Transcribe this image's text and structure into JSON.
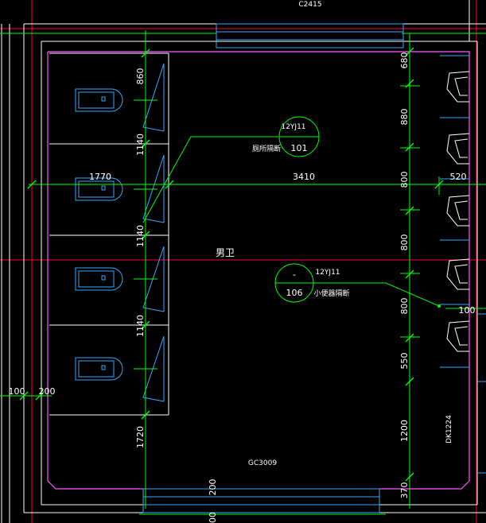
{
  "window_label": "C2415",
  "room_name": "男卫",
  "door_label": "GC3009",
  "side_label": "DK1224",
  "callout_top": {
    "ref": "12YJ11",
    "num": "101",
    "desc": "厕所隔断"
  },
  "callout_bottom": {
    "ref": "12YJ11",
    "num": "106",
    "dash": "-",
    "desc": "小便器隔断"
  },
  "left_dims": [
    "860",
    "1140",
    "1140",
    "1140",
    "1720"
  ],
  "right_dims": [
    "680",
    "880",
    "800",
    "800",
    "800",
    "550",
    "1200",
    "370"
  ],
  "horizontal_dims": {
    "left": "1770",
    "middle": "3410",
    "right": "520",
    "far_right": "100"
  },
  "bottom_left_dims": {
    "a": "100",
    "b": "200"
  },
  "bottom_dims": {
    "a": "200",
    "b": "00"
  },
  "colors": {
    "background": "#000000",
    "wall": "#ffffff",
    "dimension": "#00ff00",
    "axis": "#ff0033",
    "fixture": "#33aaff",
    "room_border": "#ff55ff",
    "text": "#ffffff"
  }
}
